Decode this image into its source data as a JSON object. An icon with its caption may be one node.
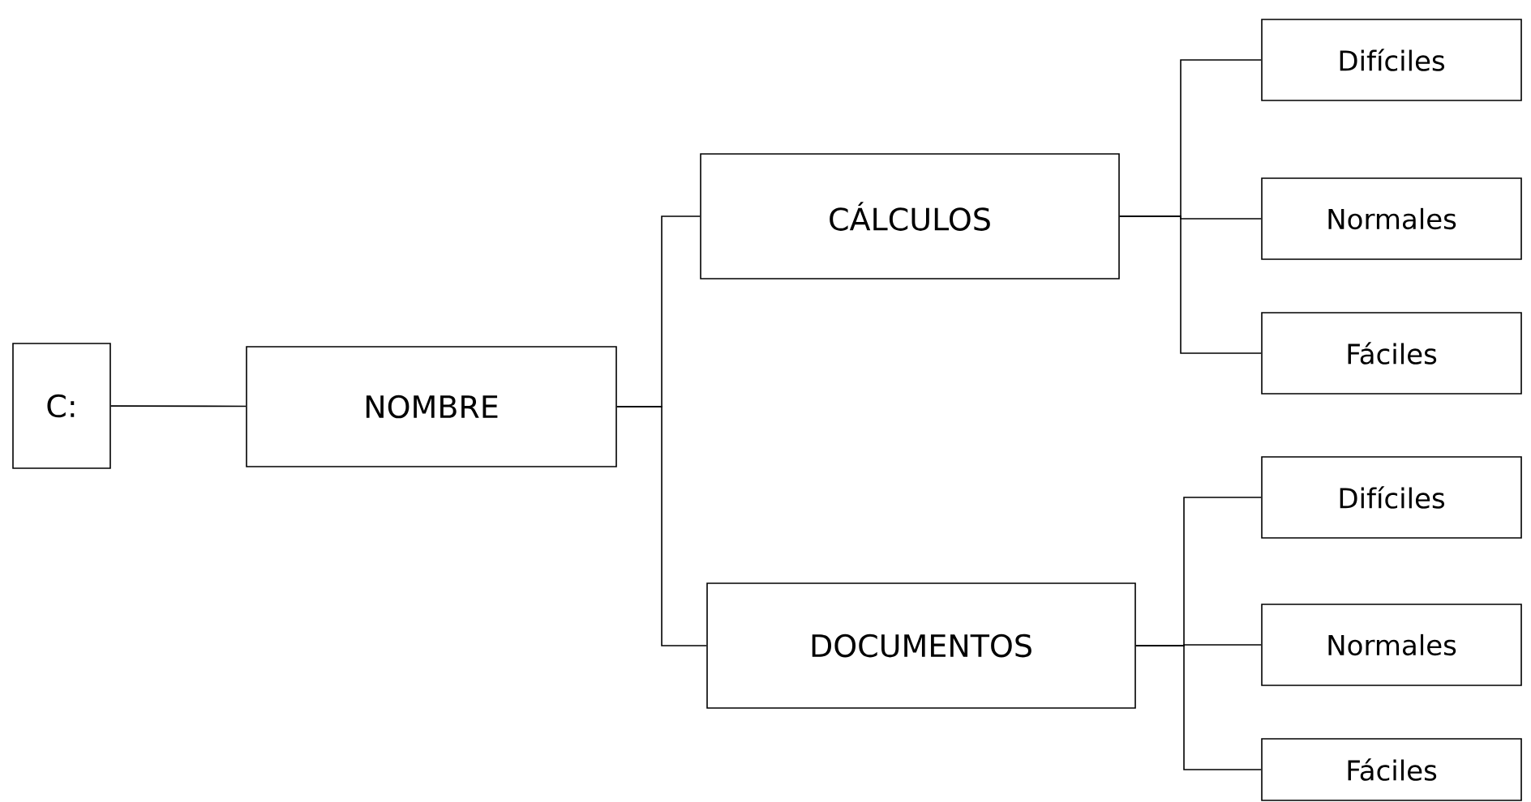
{
  "diagram": {
    "nodes": [
      {
        "text": [
          "C:"
        ]
      },
      {
        "text": [
          "NOMBRE"
        ]
      },
      {
        "text": [
          "CÁLCULOS"
        ]
      },
      {
        "text": [
          "Difíciles"
        ]
      },
      {
        "text": [
          "Normales"
        ]
      },
      {
        "text": [
          "Fáciles"
        ]
      },
      {
        "text": [
          "DOCUMENTOS"
        ]
      },
      {
        "text": [
          "Difíciles"
        ]
      },
      {
        "text": [
          "Normales"
        ]
      },
      {
        "text": [
          "Fáciles"
        ]
      }
    ],
    "edges": [
      {
        "from": 0,
        "to": 1,
        "arrow": "none"
      },
      {
        "from": 1,
        "to": 2,
        "arrow": "none"
      },
      {
        "from": 1,
        "to": 6,
        "arrow": "none"
      },
      {
        "from": 2,
        "to": 3,
        "arrow": "none"
      },
      {
        "from": 2,
        "to": 4,
        "arrow": "none"
      },
      {
        "from": 2,
        "to": 5,
        "arrow": "none"
      },
      {
        "from": 6,
        "to": 7,
        "arrow": "none"
      },
      {
        "from": 6,
        "to": 8,
        "arrow": "none"
      },
      {
        "from": 6,
        "to": 9,
        "arrow": "none"
      }
    ]
  }
}
